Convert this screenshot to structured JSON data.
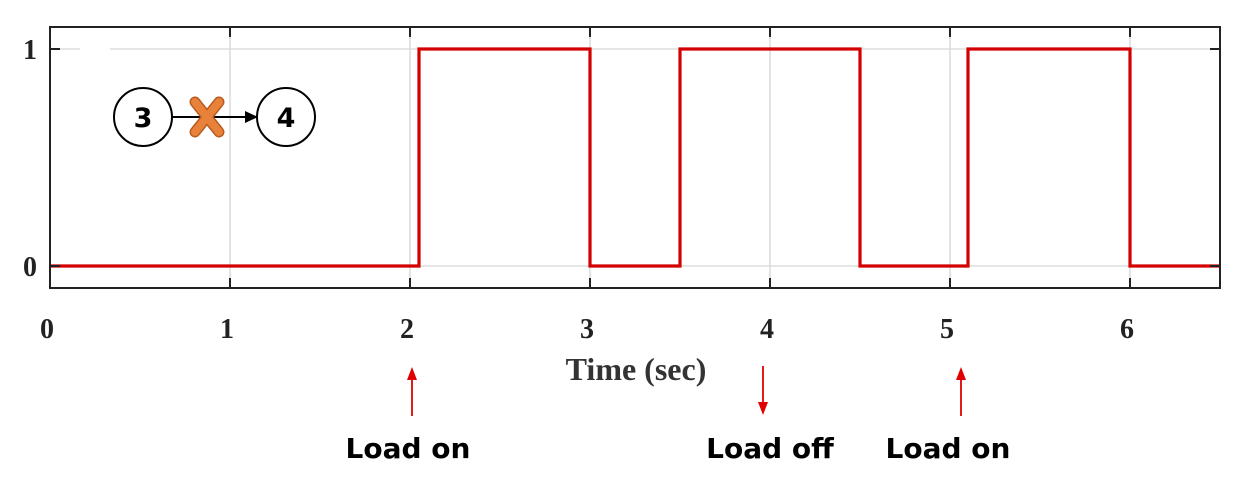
{
  "chart_data": {
    "type": "line",
    "step": true,
    "xlabel": "Time (sec)",
    "ylabel": "",
    "xlim": [
      0,
      6.5
    ],
    "ylim": [
      -0.1,
      1.1
    ],
    "xticks": [
      "0",
      "1",
      "2",
      "3",
      "4",
      "5",
      "6"
    ],
    "yticks": [
      "0",
      "1"
    ],
    "grid": true,
    "series": [
      {
        "color": "#d40000",
        "x": [
          0,
          2.05,
          2.05,
          3.0,
          3.0,
          3.5,
          3.5,
          4.5,
          4.5,
          5.1,
          5.1,
          6.0,
          6.0,
          6.5
        ],
        "values": [
          0,
          0,
          1,
          1,
          0,
          0,
          1,
          1,
          0,
          0,
          1,
          1,
          0,
          0
        ]
      }
    ],
    "annotations": [
      {
        "label": "Load on",
        "x": 2.05,
        "direction": "up",
        "color": "#e00000"
      },
      {
        "label": "Load off",
        "x": 4.0,
        "direction": "down",
        "color": "#e00000"
      },
      {
        "label": "Load on",
        "x": 5.1,
        "direction": "up",
        "color": "#e00000"
      }
    ],
    "inset": {
      "from_node": "3",
      "to_node": "4",
      "broken_marker_color": "#e8823a"
    }
  }
}
